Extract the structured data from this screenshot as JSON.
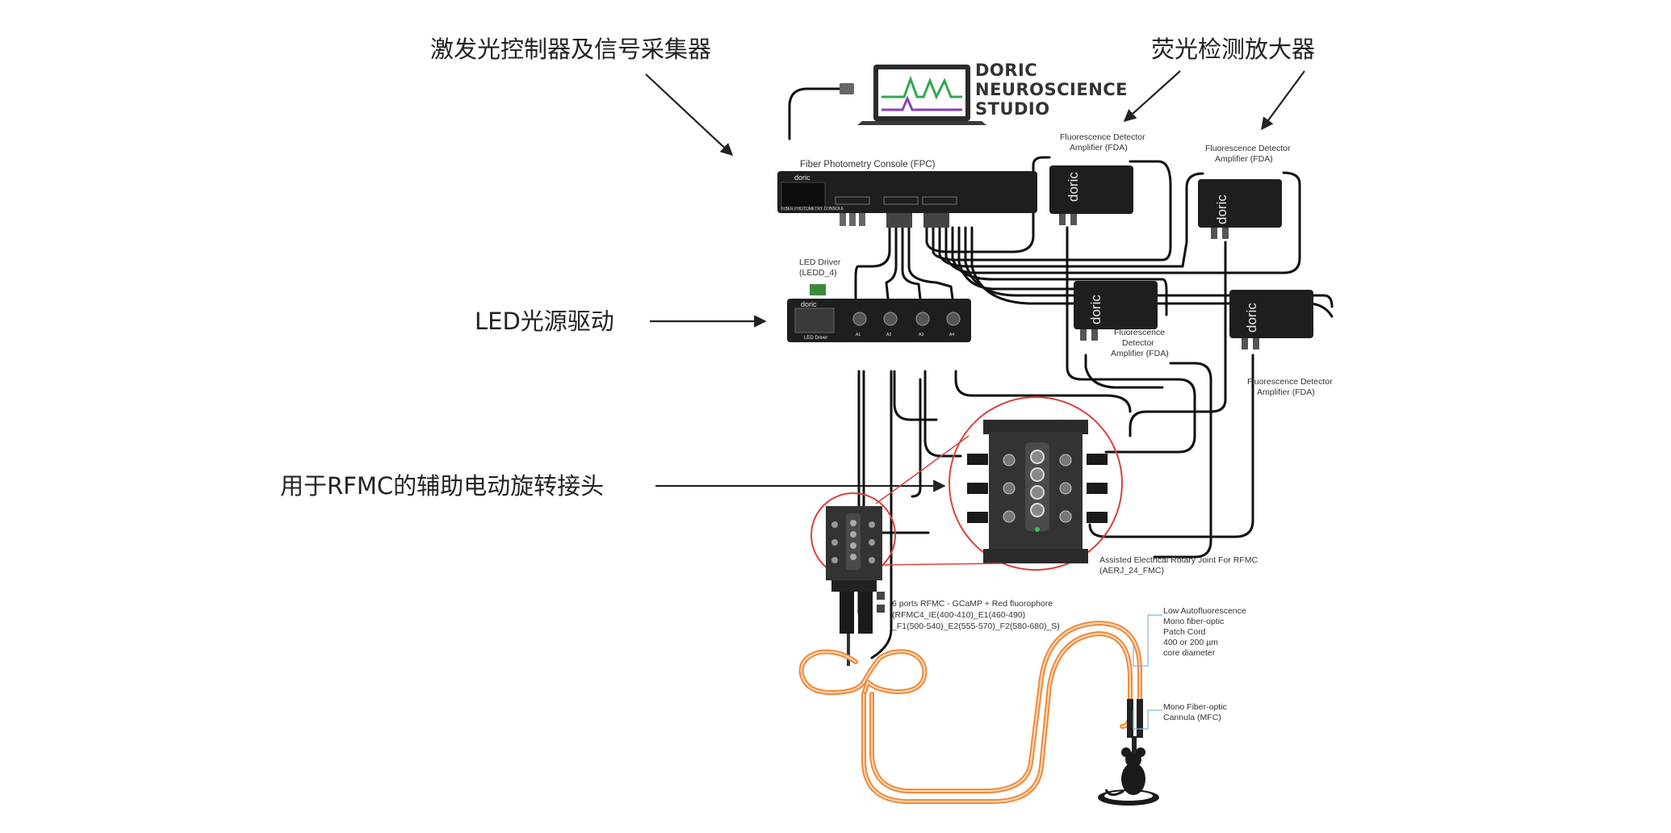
{
  "annotations_cn": {
    "controller": "激发光控制器及信号采集器",
    "fda": "荧光检测放大器",
    "led_driver": "LED光源驱动",
    "rotary_joint": "用于RFMC的辅助电动旋转接头"
  },
  "software": {
    "brand_line1": "DORIC",
    "brand_line2": "NEUROSCIENCE",
    "brand_line3": "STUDIO"
  },
  "console": {
    "label": "Fiber Photometry Console (FPC)",
    "logo": "doric",
    "panel_text": "FIBER PHOTOMETRY CONSOLE"
  },
  "led_driver": {
    "label_line1": "LED Driver",
    "label_line2": "(LEDD_4)",
    "logo": "doric",
    "panel_text": "LED Driver",
    "channel_labels": [
      "A1",
      "A2",
      "A3",
      "A4"
    ]
  },
  "fda": {
    "label_line1": "Fluorescence Detector",
    "label_line2": "Amplifier (FDA)",
    "label_3line": [
      "Fluorescence",
      "Detector",
      "Amplifier (FDA)"
    ],
    "logo": "doric"
  },
  "rotary_joint": {
    "label_line1": "Assisted Electrical Rotary Joint For RFMC",
    "label_line2": "(AERJ_24_FMC)"
  },
  "rfmc": {
    "line1": "6 ports RFMC - GCaMP + Red fluorophore",
    "line2": "(RFMC4_IE(400-410)_E1(460-490)",
    "line3": "_F1(500-540)_E2(555-570)_F2(580-680)_S)"
  },
  "patch_cord": {
    "lines": [
      "Low Autofluorescence",
      "Mono fiber-optic",
      "Patch Cord",
      "400 or 200 µm",
      "core diameter"
    ]
  },
  "cannula": {
    "line1": "Mono  Fiber-optic",
    "line2": "Cannula (MFC)"
  },
  "colors": {
    "fiber": "#f08a3c",
    "highlight_circle": "#d94040",
    "device_body": "#1e1e1e",
    "signal_green": "#2fa84f",
    "signal_purple": "#8a3fb5"
  }
}
